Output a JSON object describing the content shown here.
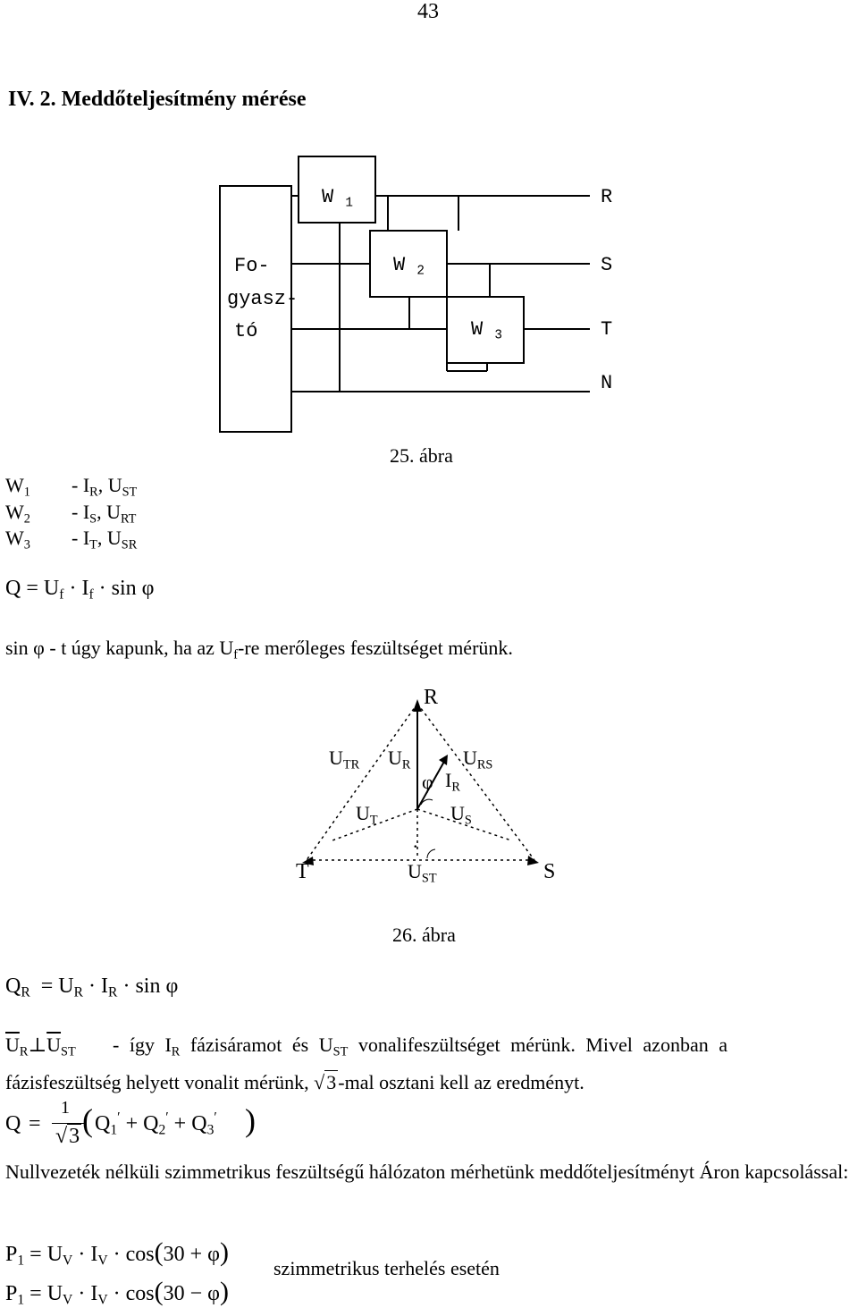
{
  "page_number": "43",
  "section_title": "IV. 2. Meddőteljesítmény mérése",
  "fig25": {
    "consumer_label": [
      "Fo-",
      "gyasz-",
      "tó"
    ],
    "meters": [
      {
        "name": "W",
        "sub": "1"
      },
      {
        "name": "W",
        "sub": "2"
      },
      {
        "name": "W",
        "sub": "3"
      }
    ],
    "phases": [
      "R",
      "S",
      "T",
      "N"
    ],
    "caption": "25. ábra"
  },
  "connections": [
    {
      "w": "W",
      "wsub": "1",
      "text": "- I",
      "isub": "R",
      "sep": ", U",
      "usub": "ST"
    },
    {
      "w": "W",
      "wsub": "2",
      "text": "- I",
      "isub": "S",
      "sep": ", U",
      "usub": "RT"
    },
    {
      "w": "W",
      "wsub": "3",
      "text": "- I",
      "isub": "T",
      "sep": ", U",
      "usub": "SR"
    }
  ],
  "formula_q": {
    "lhs": "Q",
    "eq": "=",
    "u": "U",
    "usub": "f",
    "i": "I",
    "isub": "f",
    "rest": "sin φ"
  },
  "sentence1": {
    "a": "sin φ - t úgy kapunk, ha az U",
    "sub": "f",
    "b": "-re merőleges feszültséget mérünk."
  },
  "fig26": {
    "vertices": {
      "top": "R",
      "left": "T",
      "right": "S"
    },
    "labels": {
      "utr": "U",
      "utr_sub": "TR",
      "ur": "U",
      "ur_sub": "R",
      "urs": "U",
      "urs_sub": "RS",
      "phi": "φ",
      "ir": "I",
      "ir_sub": "R",
      "ut": "U",
      "ut_sub": "T",
      "us": "U",
      "us_sub": "S",
      "ust": "U",
      "ust_sub": "ST",
      "dot": "."
    },
    "caption": "26. ábra"
  },
  "formula_qr": {
    "lhs": "Q",
    "lsub": "R",
    "eq": "=",
    "u": "U",
    "usub": "R",
    "i": "I",
    "isub": "R",
    "rest": "sin φ"
  },
  "perp_line": {
    "u1": "U",
    "u1sub": "R",
    "perp": "⊥",
    "u2": "U",
    "u2sub": "ST",
    "a": "- így I",
    "asub": "R",
    "b": "fázisáramot és U",
    "bsub": "ST",
    "c": "vonalifeszültséget mérünk. Mivel azonban a"
  },
  "line2": {
    "a": "fázisfeszültség helyett vonalit mérünk,",
    "root": "3",
    "b": "-mal osztani kell az eredményt."
  },
  "formula_sum": {
    "lhs": "Q",
    "eq": "=",
    "num": "1",
    "den": "3",
    "q": "Q",
    "s1": "1",
    "s2": "2",
    "s3": "3",
    "plus": "+",
    "prime": "′"
  },
  "para_aron": "Nullvezeték nélküli szimmetrikus feszültségű hálózaton mérhetünk meddőteljesítményt Áron kapcsolással:",
  "formula_p1": {
    "p": "P",
    "psub": "1",
    "eq": "=",
    "u": "U",
    "usub": "V",
    "i": "I",
    "isub": "V",
    "cos": "cos",
    "arg": "30 + φ"
  },
  "formula_p2": {
    "p": "P",
    "psub": "1",
    "eq": "=",
    "u": "U",
    "usub": "V",
    "i": "I",
    "isub": "V",
    "cos": "cos",
    "arg": "30 − φ"
  },
  "sym_note": "szimmetrikus terhelés esetén"
}
